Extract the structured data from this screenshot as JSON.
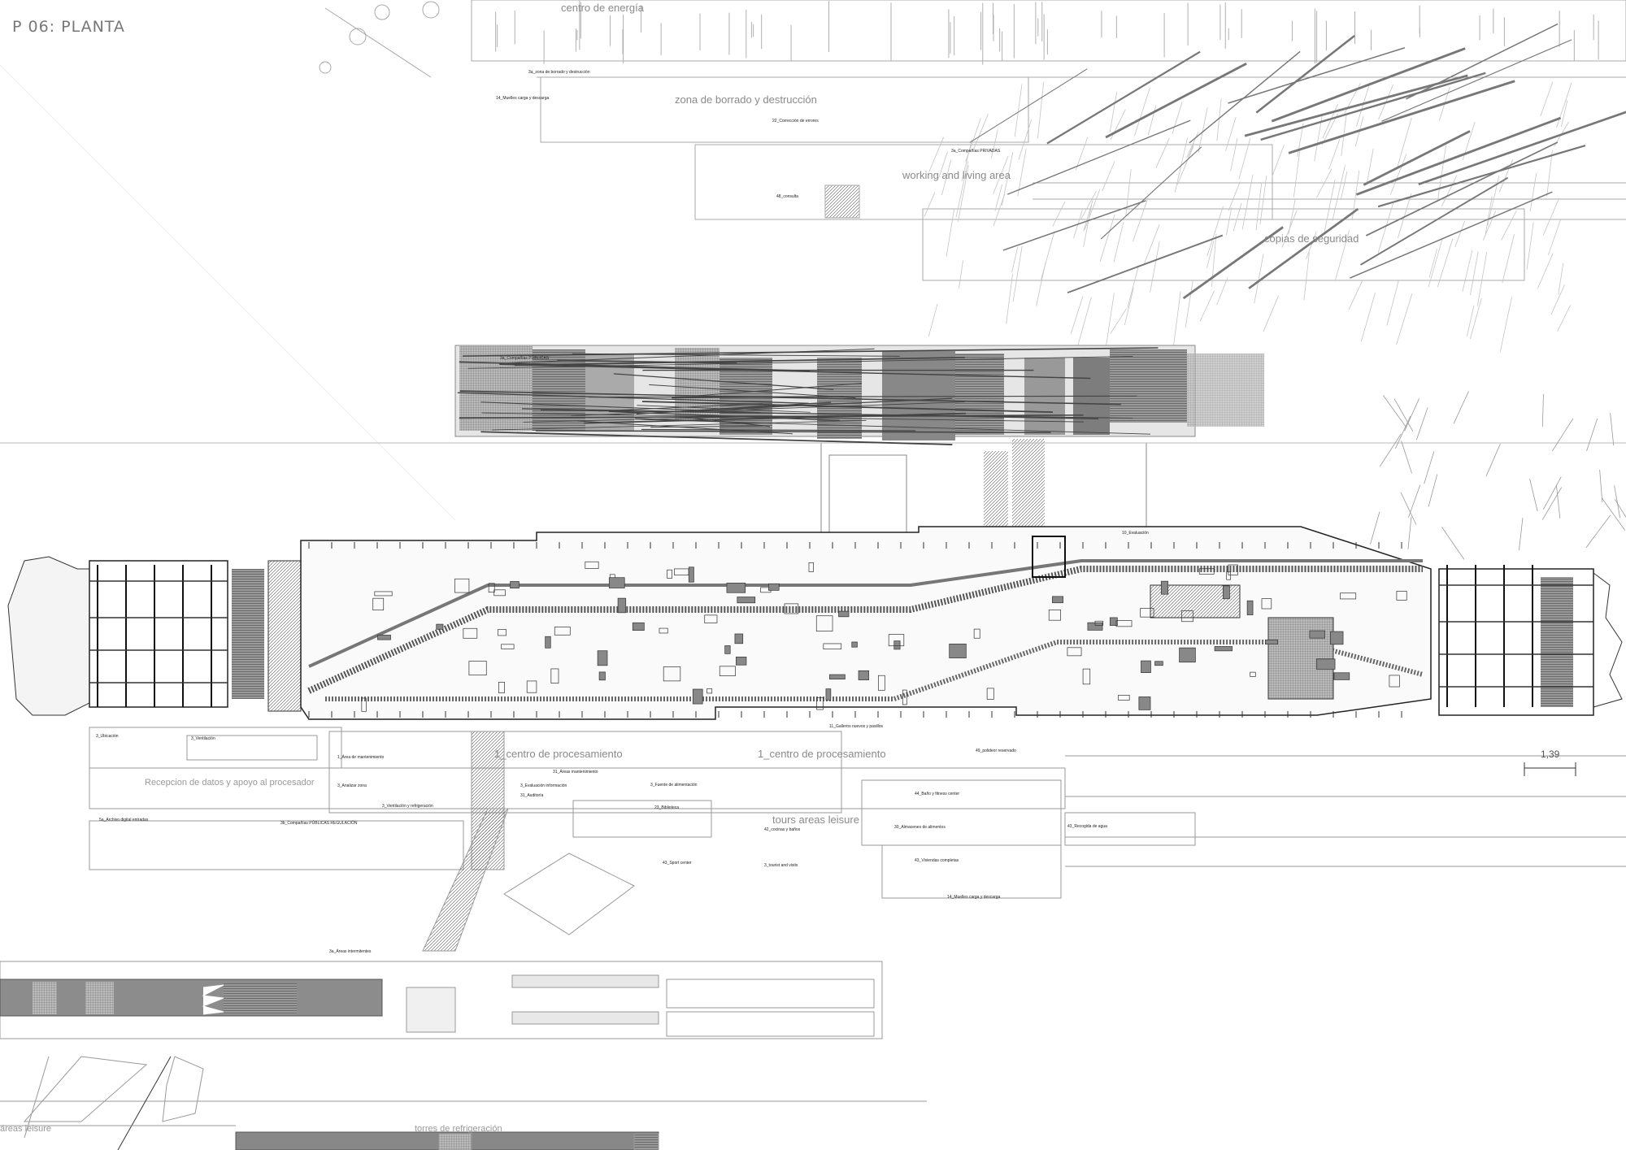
{
  "sheet": {
    "title": "P 06: PLANTA",
    "scale_label": "1,39"
  },
  "zones": {
    "energy": "centro de energía",
    "erase": "zona de borrado y destrucción",
    "living": "working and living area",
    "backup": "copias de seguridad",
    "processing_a": "1_centro de procesamiento",
    "processing_b": "1_centro de procesamiento",
    "reception": "Recepcion de datos y apoyo al procesador",
    "tours": "tours areas leisure",
    "cooling": "torres de refrigeración",
    "leisure": "áreas leisure"
  },
  "labels": {
    "l1": "3a_zona de borrado y destrucción",
    "l2": "14_Muelles carga y descarga",
    "l3": "22_Corrección de errores",
    "l4": "48_consulta",
    "l5": "3a_Compañías PRIVADAS",
    "l6": "3a_Compañías PÚBLICAS",
    "l7": "5a_Archivo digital entradas",
    "l8": "3b_Compañías PÚBLICAS REGULACIÓN",
    "l9": "1_Área de mantenimiento",
    "l10": "3_Analizar zona",
    "l11": "3_Ventilación y refrigeración",
    "l12": "31_Áreas mantenimiento",
    "l13": "3_Evaluación información",
    "l14": "31_Auditoría",
    "l15": "3_Fuente de alimentación",
    "l16": "23_Biblioteca",
    "l17": "43_Sport center",
    "l18": "3_tourist and visits",
    "l19": "42_cocinas y baños",
    "l20": "44_Baño y fitness center",
    "l21": "30_Almacenes de alimentos",
    "l22": "43_Recogida de agua",
    "l23": "43_Viviendas completas",
    "l24": "14_Muelles carga y descarga",
    "l25": "49_polideor reservado",
    "l26": "11_Galleros nuevos y pasillos",
    "l27": "10_Evaluación",
    "l28": "3a_Áreas intermitentes",
    "l29": "3_Ubicación",
    "l30": "3_Ventilación"
  },
  "colors": {
    "line": "#9a9a9a",
    "dark": "#333333",
    "hatch": "#6e6e6e",
    "band": "#8c8c8c"
  }
}
